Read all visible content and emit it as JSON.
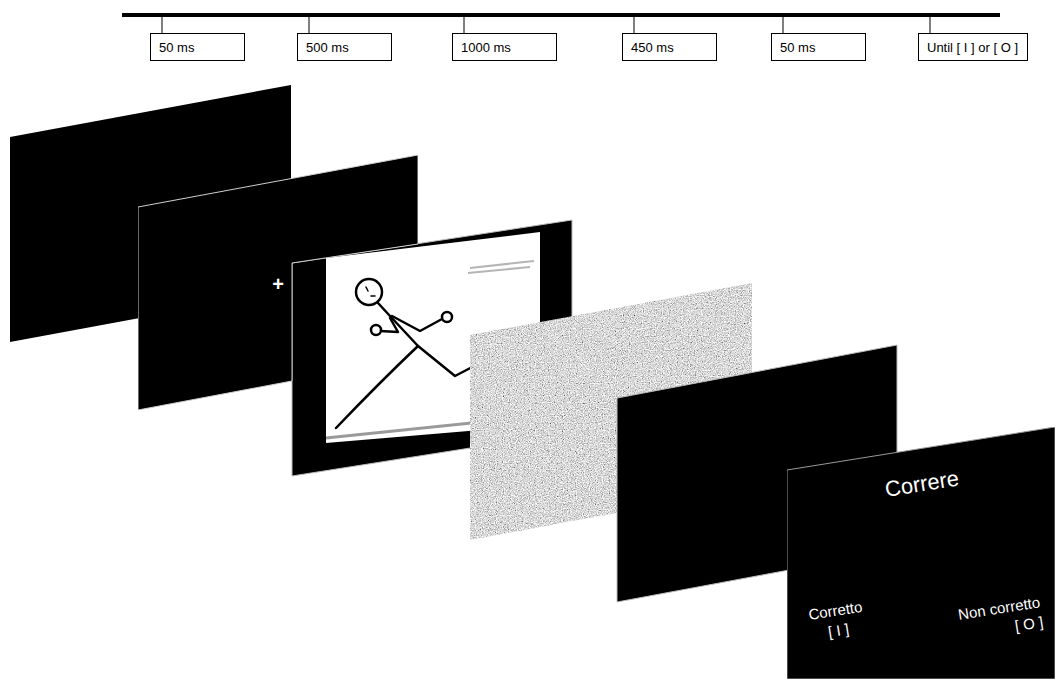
{
  "diagram": {
    "nodes": [
      {
        "text": [
          "50 ms"
        ]
      },
      {
        "text": [
          "500 ms"
        ]
      },
      {
        "text": [
          "1000 ms"
        ]
      },
      {
        "text": [
          "450 ms"
        ]
      },
      {
        "text": [
          "50 ms"
        ]
      },
      {
        "text": [
          "Until [ I ] or [ O ]"
        ]
      },
      {
        "text": [
          "+"
        ]
      },
      {
        "text": [
          "Correre",
          "Corretto [ I ]",
          "Non corretto [ O ]"
        ]
      }
    ]
  }
}
